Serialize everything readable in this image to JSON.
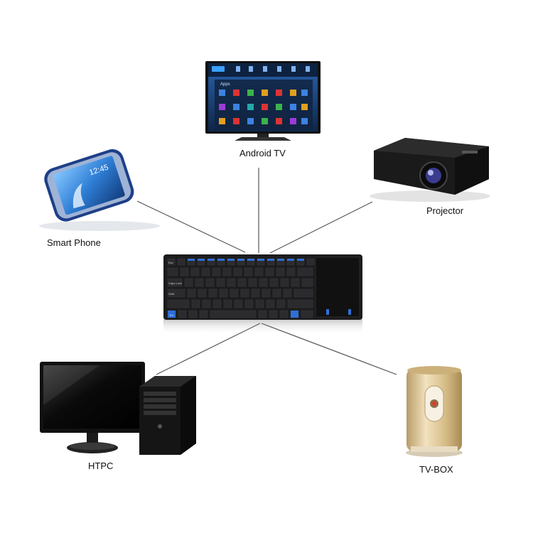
{
  "devices": {
    "android_tv": {
      "label": "Android TV",
      "screen_title": "Apps"
    },
    "smart_phone": {
      "label": "Smart Phone",
      "clock": "12:45"
    },
    "projector": {
      "label": "Projector"
    },
    "htpc": {
      "label": "HTPC"
    },
    "tv_box": {
      "label": "TV-BOX"
    }
  },
  "keyboard": {
    "keys": {
      "esc": "Esc",
      "caps": "Caps Lock",
      "shift": "Shift",
      "fn": "Fn"
    }
  },
  "colors": {
    "line": "#555555",
    "keyboard_body": "#1c1c1e",
    "key_accent": "#2f6fd6",
    "tv_screen": "#16345f",
    "box_gold": "#d8c08f"
  }
}
